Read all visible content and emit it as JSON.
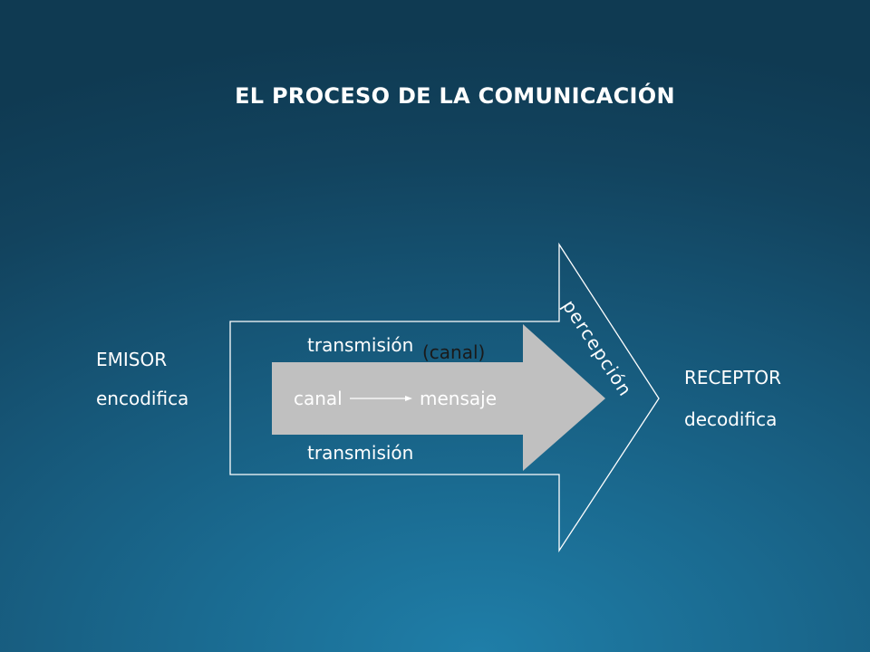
{
  "slide": {
    "title": "EL PROCESO DE LA COMUNICACIÓN"
  },
  "diagram": {
    "sender_label": "EMISOR",
    "sender_action": "encodifica",
    "receiver_label": "RECEPTOR",
    "receiver_action": "decodifica",
    "top_label": "transmisión",
    "bottom_label": "transmisión",
    "channel_note": "(canal)",
    "inner_left": "canal",
    "inner_right": "mensaje",
    "tip_label": "percepción",
    "colors": {
      "outline": "#ffffff",
      "inner_arrow_fill": "#c0c0c0",
      "inner_text": "#ffffff",
      "channel_note_text": "#1a1a1a"
    }
  }
}
